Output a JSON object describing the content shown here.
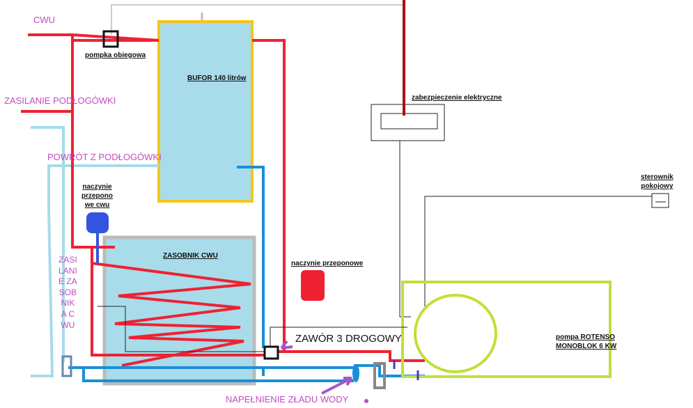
{
  "labels": {
    "cwu": "CWU",
    "zasilanie_podlogowki": "ZASILANIE PODŁOGÓWKI",
    "powrot_z_podlogowki": "POWRÓT Z PODŁOGÓWKI",
    "pompka_obiegowa": "pompka obiegowa",
    "bufor": "BUFOR 140 litrów",
    "zabezpieczenie": "zabezpieczenie elektryczne",
    "sterownik": "sterownik\npokojowy",
    "naczynie_cwu": "naczynie\nprzepono\nwe cwu",
    "zasobnik": "ZASOBNIK CWU",
    "naczynie_przeponowe": "naczynie przeponowe",
    "zawor": "ZAWÓR 3 DROGOWY",
    "pompa": "pompa ROTENSO\nMONOBLOK 6 KW",
    "zasilanie_zasobnika": "ZASI\nLANI\nE ZA\nSOB\nNIK\nA C\nWU",
    "napelnienie": "NAPEŁNIENIE ZŁADU WODY"
  },
  "colors": {
    "hot": "#ee2233",
    "cold": "#1a8fd8",
    "light_blue": "#a8dbe8",
    "tank_fill": "#a8dcea",
    "tank_border_yellow": "#f5c518",
    "tank_border_gray": "#bbbbbb",
    "green": "#bfe03a",
    "purple": "#a855c8",
    "dark_red": "#aa1111",
    "expansion_blue": "#3355dd"
  }
}
